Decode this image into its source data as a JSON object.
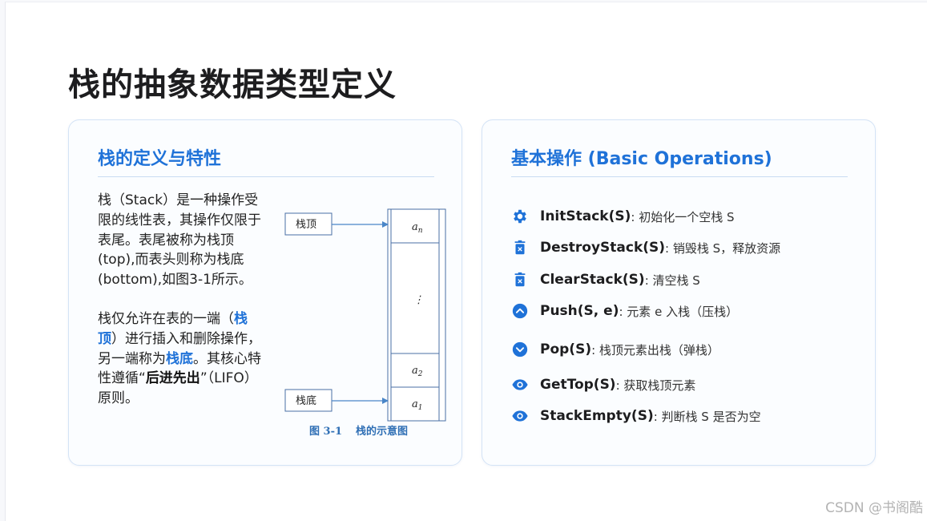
{
  "page": {
    "title": "栈的抽象数据类型定义"
  },
  "left_card": {
    "title": "栈的定义与特性",
    "paragraph1": "栈（Stack）是一种操作受限的线性表，其操作仅限于表尾。表尾被称为栈顶(top),而表头则称为栈底(bottom),如图3-1所示。",
    "p2_a": "栈仅允许在表的一端（",
    "p2_top": "栈顶",
    "p2_b": "）进行插入和删除操作，另一端称为",
    "p2_bottom": "栈底",
    "p2_c": "。其核心特性遵循“",
    "p2_lifo": "后进先出",
    "p2_d": "”（LIFO）原则。",
    "diagram": {
      "top_label": "栈顶",
      "bottom_label": "栈底",
      "cells": {
        "an": "a",
        "an_sub": "n",
        "dots": "⋮",
        "a2": "a",
        "a2_sub": "2",
        "a1": "a",
        "a1_sub": "1"
      },
      "caption_num": "图 3-1",
      "caption_text": "栈的示意图"
    }
  },
  "right_card": {
    "title": "基本操作 (Basic Operations)",
    "accent": "#1f72d8",
    "operations": [
      {
        "icon": "gear-icon",
        "name": "InitStack(S)",
        "desc": ": 初始化一个空栈 S"
      },
      {
        "icon": "trash-icon",
        "name": "DestroyStack(S)",
        "desc": ": 销毁栈 S，释放资源"
      },
      {
        "icon": "trash-icon",
        "name": "ClearStack(S)",
        "desc": ": 清空栈 S"
      },
      {
        "icon": "chevron-up-circle-icon",
        "name": "Push(S, e)",
        "desc": ": 元素 e 入栈（压栈）"
      },
      {
        "icon": "chevron-down-circle-icon",
        "name": "Pop(S)",
        "desc": ": 栈顶元素出栈（弹栈）"
      },
      {
        "icon": "eye-icon",
        "name": "GetTop(S)",
        "desc": ": 获取栈顶元素"
      },
      {
        "icon": "eye-icon",
        "name": "StackEmpty(S)",
        "desc": ": 判断栈 S 是否为空"
      }
    ]
  },
  "watermark": "CSDN @书阁酷"
}
